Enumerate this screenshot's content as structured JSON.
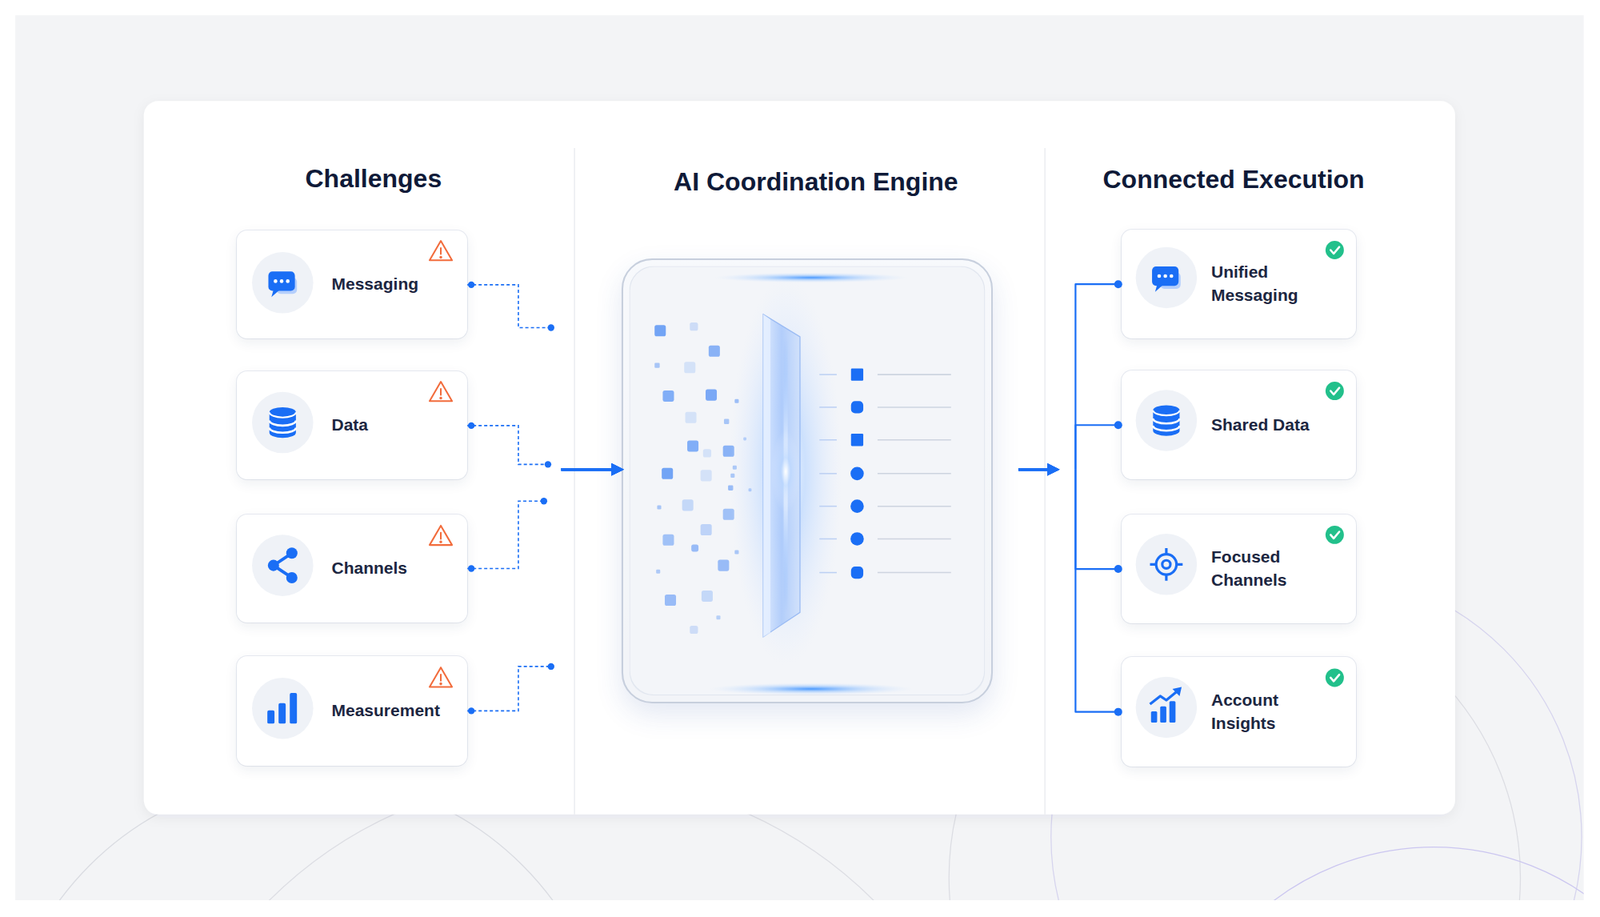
{
  "diagram": {
    "nodes": [
      {
        "text": [
          "Messaging"
        ]
      },
      {
        "text": [
          "Data"
        ]
      },
      {
        "text": [
          "Channels"
        ]
      },
      {
        "text": [
          "Measurement"
        ]
      },
      {
        "text": [
          "AI Coordination Engine"
        ]
      },
      {
        "text": [
          "Unified Messaging"
        ]
      },
      {
        "text": [
          "Shared Data"
        ]
      },
      {
        "text": [
          "Focused Channels"
        ]
      },
      {
        "text": [
          "Account Insights"
        ]
      }
    ],
    "edges": [
      {
        "from": 0,
        "to": 4,
        "arrow": "to"
      },
      {
        "from": 1,
        "to": 4,
        "arrow": "to"
      },
      {
        "from": 2,
        "to": 4,
        "arrow": "to"
      },
      {
        "from": 3,
        "to": 4,
        "arrow": "to"
      },
      {
        "from": 4,
        "to": 5,
        "arrow": "to"
      },
      {
        "from": 4,
        "to": 6,
        "arrow": "to"
      },
      {
        "from": 4,
        "to": 7,
        "arrow": "to"
      },
      {
        "from": 4,
        "to": 8,
        "arrow": "to"
      }
    ],
    "labels": [
      "Challenges",
      "Connected Execution"
    ]
  }
}
